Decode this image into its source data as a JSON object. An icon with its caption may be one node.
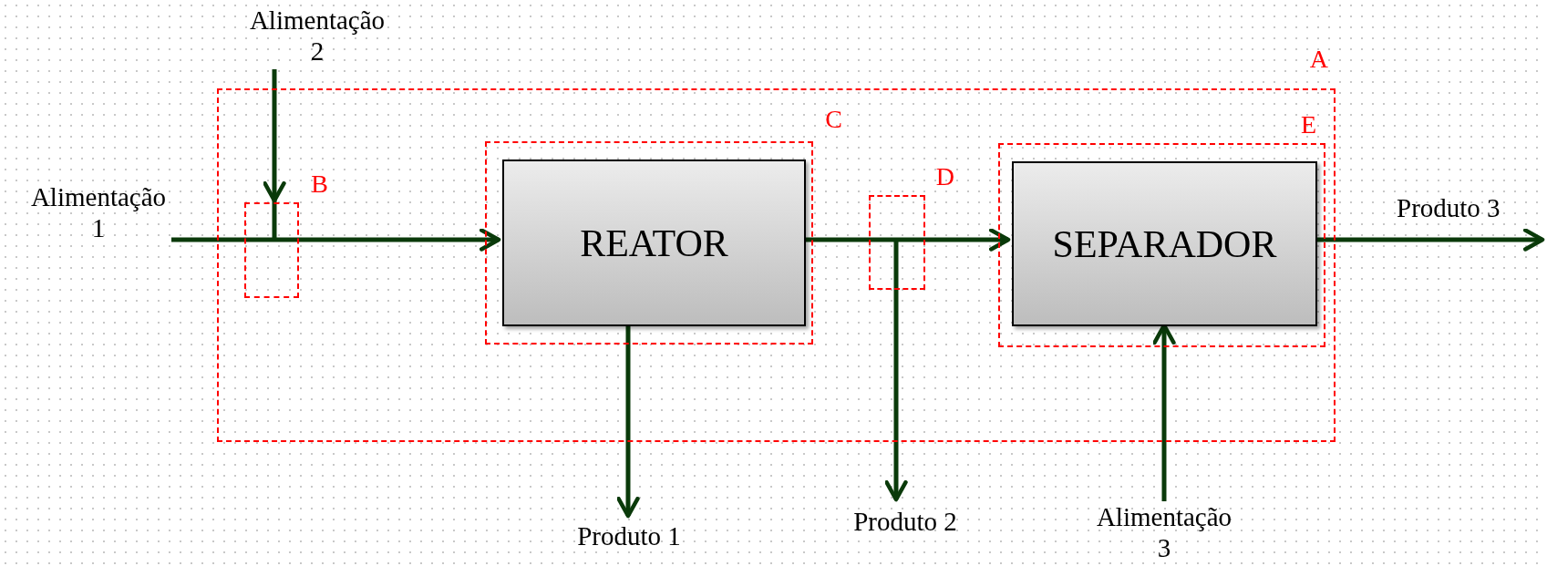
{
  "diagram": {
    "nodes": [
      {
        "text": [
          "Alimentação 2"
        ]
      },
      {
        "text": [
          "A"
        ]
      },
      {
        "text": [
          "Alimentação 1"
        ]
      },
      {
        "text": [
          "B"
        ],
        "in": 1
      },
      {
        "text": [
          "C"
        ],
        "in": 1
      },
      {
        "text": [
          "REATOR"
        ],
        "in": 4
      },
      {
        "text": [
          "D"
        ],
        "in": 1
      },
      {
        "text": [
          "E"
        ],
        "in": 1
      },
      {
        "text": [
          "SEPARADOR"
        ],
        "in": 7
      },
      {
        "text": [
          "Produto 1"
        ]
      },
      {
        "text": [
          "Produto 2"
        ]
      },
      {
        "text": [
          "Alimentação 3"
        ]
      }
    ],
    "edges": [
      {
        "from": 2,
        "to": 3,
        "arrow": "none"
      },
      {
        "from": 0,
        "to": 3,
        "arrow": "to"
      },
      {
        "from": 3,
        "to": 5,
        "arrow": "to"
      },
      {
        "from": 5,
        "to": 6,
        "arrow": "none"
      },
      {
        "from": 6,
        "to": 8,
        "arrow": "to"
      },
      {
        "from": 6,
        "to": 10,
        "arrow": "to"
      },
      {
        "from": 5,
        "to": 9,
        "arrow": "to"
      },
      {
        "from": 11,
        "to": 8,
        "arrow": "to"
      },
      {
        "from": 8,
        "to": null,
        "arrow": "to",
        "label": "Produto 3"
      }
    ]
  }
}
